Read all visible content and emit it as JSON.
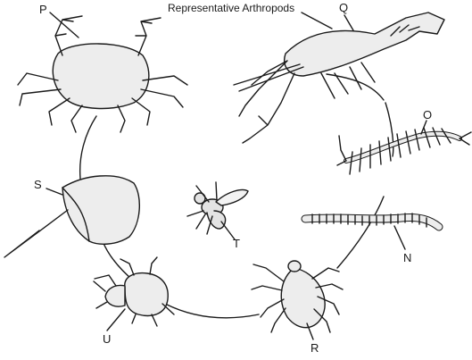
{
  "title": "Representative Arthropods",
  "specimens": [
    {
      "label": "P",
      "icon": "crab-icon"
    },
    {
      "label": "Q",
      "icon": "crayfish-icon"
    },
    {
      "label": "O",
      "icon": "centipede-icon"
    },
    {
      "label": "N",
      "icon": "millipede-icon"
    },
    {
      "label": "R",
      "icon": "tick-icon"
    },
    {
      "label": "U",
      "icon": "beetle-icon"
    },
    {
      "label": "S",
      "icon": "horseshoe-crab-icon"
    },
    {
      "label": "T",
      "icon": "housefly-icon"
    }
  ],
  "colors": {
    "ink": "#1a1a1a",
    "fill": "#e6e6e6",
    "background": "#ffffff"
  }
}
